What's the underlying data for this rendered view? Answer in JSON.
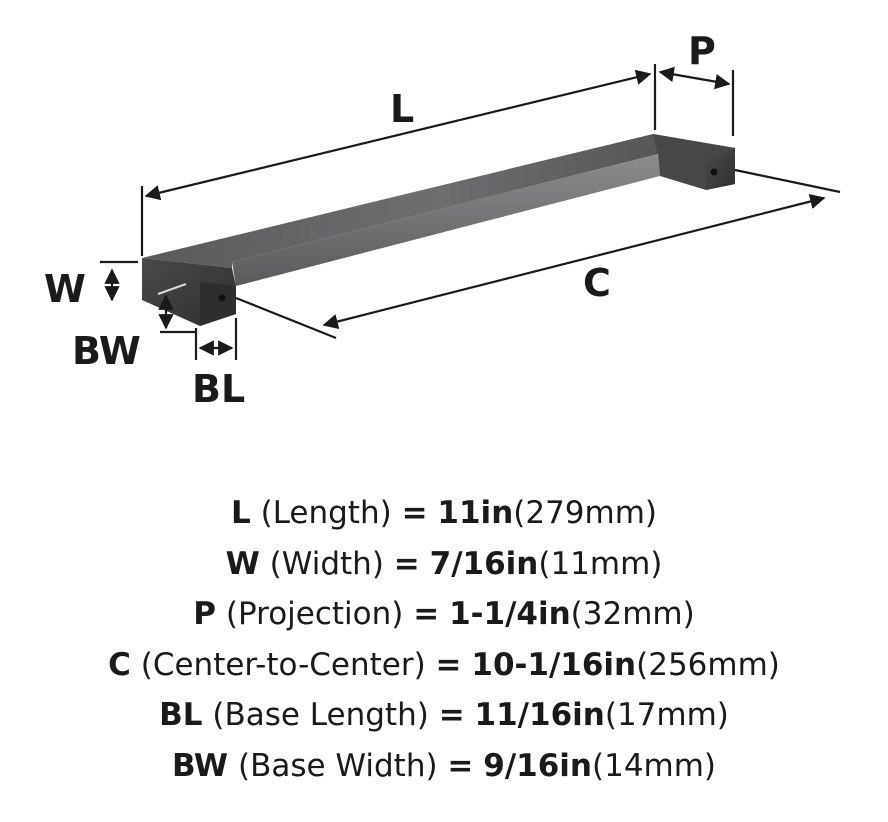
{
  "diagram": {
    "labels": {
      "L": "L",
      "P": "P",
      "W": "W",
      "BW": "BW",
      "BL": "BL",
      "C": "C"
    },
    "colors": {
      "metal_dark": "#3e3e40",
      "metal_mid": "#5d5d60",
      "metal_light": "#8a8a8d",
      "line": "#1a1a1a"
    }
  },
  "specs": [
    {
      "symbol": "L",
      "name": "(Length)",
      "eq": "=",
      "imperial": "11in",
      "metric": "(279mm)"
    },
    {
      "symbol": "W",
      "name": "(Width)",
      "eq": "=",
      "imperial": "7/16in",
      "metric": "(11mm)"
    },
    {
      "symbol": "P",
      "name": "(Projection)",
      "eq": "=",
      "imperial": "1-1/4in",
      "metric": "(32mm)"
    },
    {
      "symbol": "C",
      "name": "(Center-to-Center)",
      "eq": "=",
      "imperial": "10-1/16in",
      "metric": "(256mm)"
    },
    {
      "symbol": "BL",
      "name": "(Base Length)",
      "eq": "=",
      "imperial": "11/16in",
      "metric": "(17mm)"
    },
    {
      "symbol": "BW",
      "name": "(Base Width)",
      "eq": "=",
      "imperial": "9/16in",
      "metric": "(14mm)"
    }
  ]
}
